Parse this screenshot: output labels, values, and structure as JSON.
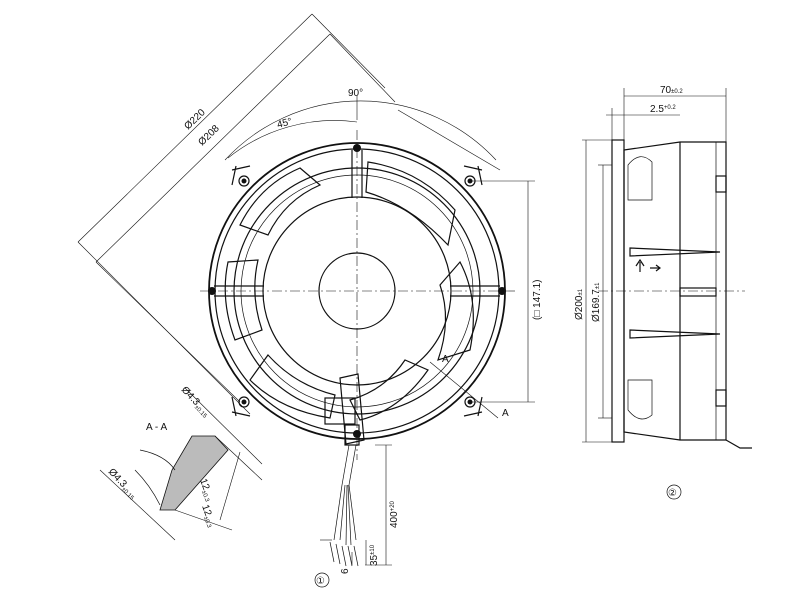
{
  "front_view": {
    "dia_outer": "Ø220",
    "dia_inner": "Ø208",
    "angle_90": "90°",
    "angle_45": "45°",
    "square_dim": "(□ 147.1)",
    "section_mark": "A",
    "callout_1": "①"
  },
  "section_view": {
    "title": "A - A",
    "hole_dia_top": "Ø4.3",
    "hole_dia_top_tol": "±0.15",
    "hole_dia_bottom": "Ø4.3",
    "hole_dia_bottom_tol": "±0.15",
    "dim_12_a": "12",
    "dim_12_a_tol": "±0.3",
    "dim_12_b": "12",
    "dim_12_b_tol": "±0.3"
  },
  "cable": {
    "dim_6": "6",
    "dim_35": "35",
    "dim_35_tol": "±10",
    "dim_400": "400",
    "dim_400_tol": "+20"
  },
  "side_view": {
    "width": "70",
    "width_tol": "±0.2",
    "flange": "2.5",
    "flange_tol": "+0.2",
    "dia_200": "Ø200",
    "dia_200_tol": "±1",
    "dia_169": "Ø169.7",
    "dia_169_tol": "±1",
    "callout_2": "②"
  }
}
